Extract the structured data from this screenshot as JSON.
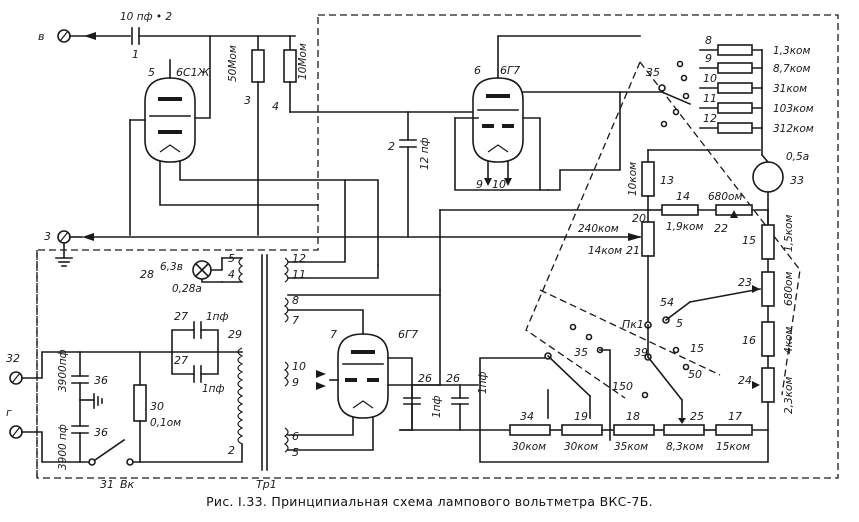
{
  "caption": "Рис. I.33. Принципиальная схема лампового вольтметра ВКС-7Б.",
  "terminals": {
    "out_b": "в",
    "gnd_3": "3",
    "in_32": "32",
    "in_g": "г"
  },
  "tubes": {
    "t5": {
      "num": "5",
      "type": "6С1Ж"
    },
    "t6": {
      "num": "6",
      "type": "6Г7",
      "pin9": "9",
      "pin10": "10"
    },
    "t7": {
      "num": "7",
      "type": "6Г7"
    }
  },
  "caps": {
    "c1": {
      "num": "1",
      "value": "10 пф • 2"
    },
    "c2": {
      "num": "2",
      "value": "12 пф"
    },
    "c27a": {
      "num": "27",
      "value": "1пф"
    },
    "c27b": {
      "num": "27",
      "value": "1пф"
    },
    "c26a": {
      "num": "26",
      "value": "1пф"
    },
    "c26b": {
      "num": "26",
      "value": "1пф"
    },
    "c36a": {
      "num": "36",
      "value": "3900пф"
    },
    "c36b": {
      "num": "36",
      "value": "3900 пф"
    }
  },
  "resistors": {
    "r3": {
      "num": "3",
      "value": "50Мом"
    },
    "r4": {
      "num": "4",
      "value": "10Мом"
    },
    "r8": {
      "num": "8",
      "value": "1,3ком"
    },
    "r9": {
      "num": "9",
      "value": "8,7ком"
    },
    "r10": {
      "num": "10",
      "value": "31ком"
    },
    "r11": {
      "num": "11",
      "value": "103ком"
    },
    "r12": {
      "num": "12",
      "value": "312ком"
    },
    "r13": {
      "num": "13",
      "value": "10ком"
    },
    "r14": {
      "num": "14",
      "value": "1,9ком"
    },
    "r22": {
      "num": "22",
      "value": "680ом"
    },
    "r20": {
      "num": "20",
      "value": "240ком"
    },
    "r21": {
      "num": "21",
      "value": "14ком"
    },
    "r15": {
      "num": "15",
      "value": "1,5ком"
    },
    "r23": {
      "num": "23",
      "value": "680ом"
    },
    "r16": {
      "num": "16",
      "value": "4ком"
    },
    "r24": {
      "num": "24",
      "value": "2,3ком"
    },
    "r30": {
      "num": "30",
      "value": "0,1ом"
    },
    "r34": {
      "num": "34",
      "value": "30ком"
    },
    "r19": {
      "num": "19",
      "value": "30ком"
    },
    "r18": {
      "num": "18",
      "value": "35ком"
    },
    "r25": {
      "num": "25",
      "value": "8,3ком"
    },
    "r17": {
      "num": "17",
      "value": "15ком"
    }
  },
  "meter": {
    "num": "33",
    "value": "0,5а"
  },
  "lamp": {
    "num": "28",
    "value1": "6,3в",
    "value2": "0,28а"
  },
  "transformer": {
    "name": "Тр1",
    "w12": "12",
    "w11": "11",
    "w5": "5",
    "w4": "4",
    "w8": "8",
    "w7": "7",
    "w29": "29",
    "w10": "10",
    "w9": "9",
    "w6": "6",
    "w5b": "5",
    "w2": "2"
  },
  "switches": {
    "s35a": {
      "num": "35"
    },
    "s35b": {
      "num": "35"
    },
    "s39": {
      "num": "39",
      "pos15": "15",
      "pos50": "50",
      "pos150": "150"
    },
    "pk1": {
      "num": "Пк1",
      "pos5": "5",
      "pos54": "54"
    },
    "vk": {
      "num": "31",
      "label": "Вк"
    }
  }
}
